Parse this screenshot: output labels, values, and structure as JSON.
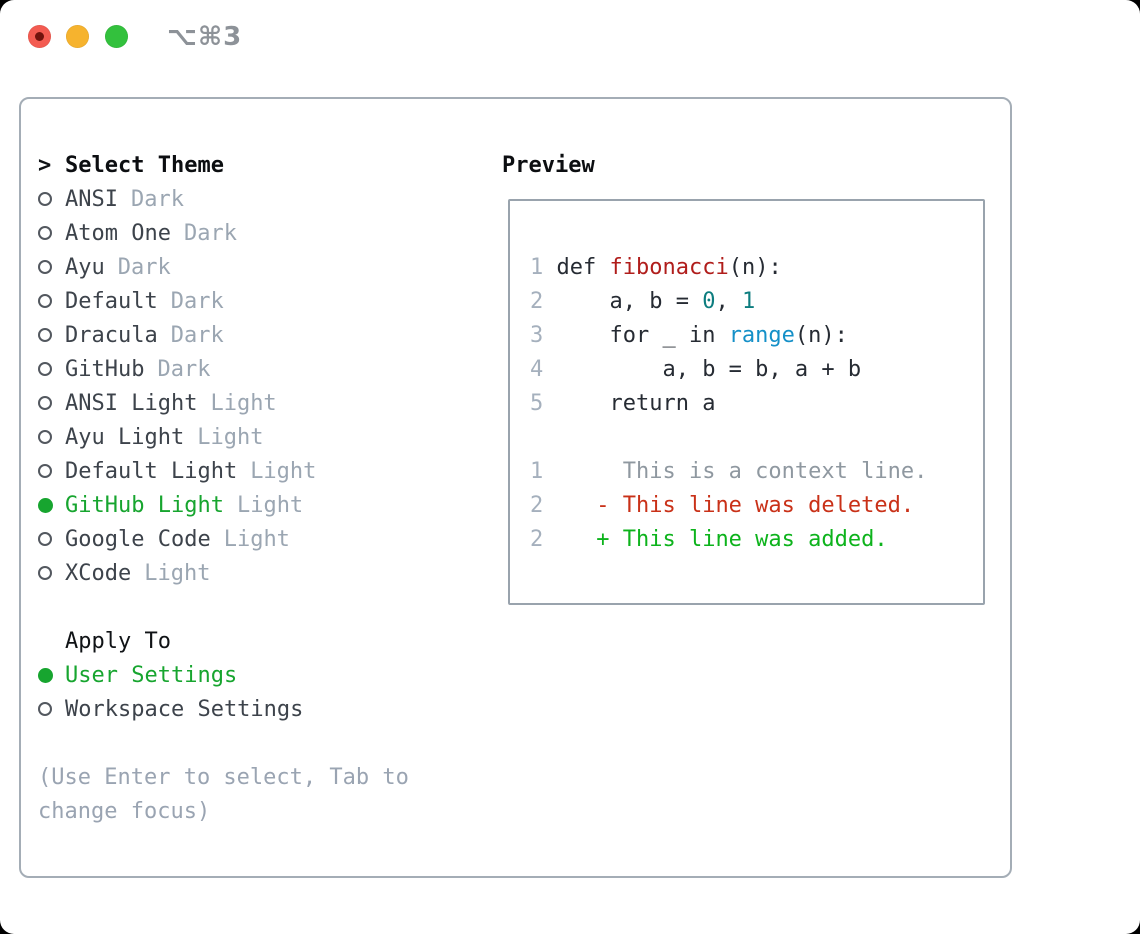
{
  "window": {
    "title": "⌥⌘3",
    "traffic_lights": [
      "close",
      "minimize",
      "zoom"
    ]
  },
  "colors": {
    "selected_green": "#17a52f",
    "added_green": "#0db31c",
    "deleted_red": "#c93118",
    "function_red": "#b01d1b",
    "number_teal": "#0d7d7f",
    "builtin_blue": "#1590c8",
    "muted_gray": "#9ba6b2",
    "line_number_gray": "#a5b0bd",
    "panel_border": "#a4adb6",
    "traffic_red": "#f35b51",
    "traffic_yellow": "#f6b32e",
    "traffic_green": "#33c13d"
  },
  "theme_list": {
    "prompt": ">",
    "header": "Select Theme",
    "items": [
      {
        "name": "ANSI",
        "tag": "Dark",
        "selected": false
      },
      {
        "name": "Atom One",
        "tag": "Dark",
        "selected": false
      },
      {
        "name": "Ayu",
        "tag": "Dark",
        "selected": false
      },
      {
        "name": "Default",
        "tag": "Dark",
        "selected": false
      },
      {
        "name": "Dracula",
        "tag": "Dark",
        "selected": false
      },
      {
        "name": "GitHub",
        "tag": "Dark",
        "selected": false
      },
      {
        "name": "ANSI Light",
        "tag": "Light",
        "selected": false
      },
      {
        "name": "Ayu Light",
        "tag": "Light",
        "selected": false
      },
      {
        "name": "Default Light",
        "tag": "Light",
        "selected": false
      },
      {
        "name": "GitHub Light",
        "tag": "Light",
        "selected": true
      },
      {
        "name": "Google Code",
        "tag": "Light",
        "selected": false
      },
      {
        "name": "XCode",
        "tag": "Light",
        "selected": false
      }
    ]
  },
  "apply_to": {
    "header": "Apply To",
    "options": [
      {
        "name": "User Settings",
        "selected": true
      },
      {
        "name": "Workspace Settings",
        "selected": false
      }
    ]
  },
  "hint": {
    "line1": "(Use Enter to select, Tab to",
    "line2": "change focus)"
  },
  "preview": {
    "title": "Preview",
    "lines": [
      {
        "no": "1",
        "segs": [
          {
            "t": "def ",
            "c": "plain"
          },
          {
            "t": "fibonacci",
            "c": "func"
          },
          {
            "t": "(n):",
            "c": "plain"
          }
        ]
      },
      {
        "no": "2",
        "segs": [
          {
            "t": "    a, b = ",
            "c": "plain"
          },
          {
            "t": "0",
            "c": "num"
          },
          {
            "t": ", ",
            "c": "plain"
          },
          {
            "t": "1",
            "c": "num"
          }
        ]
      },
      {
        "no": "3",
        "segs": [
          {
            "t": "    for _ in ",
            "c": "plain"
          },
          {
            "t": "range",
            "c": "builtin"
          },
          {
            "t": "(n):",
            "c": "plain"
          }
        ]
      },
      {
        "no": "4",
        "segs": [
          {
            "t": "        a, b = b, a + b",
            "c": "plain"
          }
        ]
      },
      {
        "no": "5",
        "segs": [
          {
            "t": "    return a",
            "c": "plain"
          }
        ]
      },
      {
        "no": "",
        "segs": []
      },
      {
        "no": "1",
        "segs": [
          {
            "t": "     This is a context line.",
            "c": "context"
          }
        ]
      },
      {
        "no": "2",
        "segs": [
          {
            "t": "   - This line was deleted.",
            "c": "deleted"
          }
        ]
      },
      {
        "no": "2",
        "segs": [
          {
            "t": "   + This line was added.",
            "c": "added"
          }
        ]
      }
    ]
  }
}
